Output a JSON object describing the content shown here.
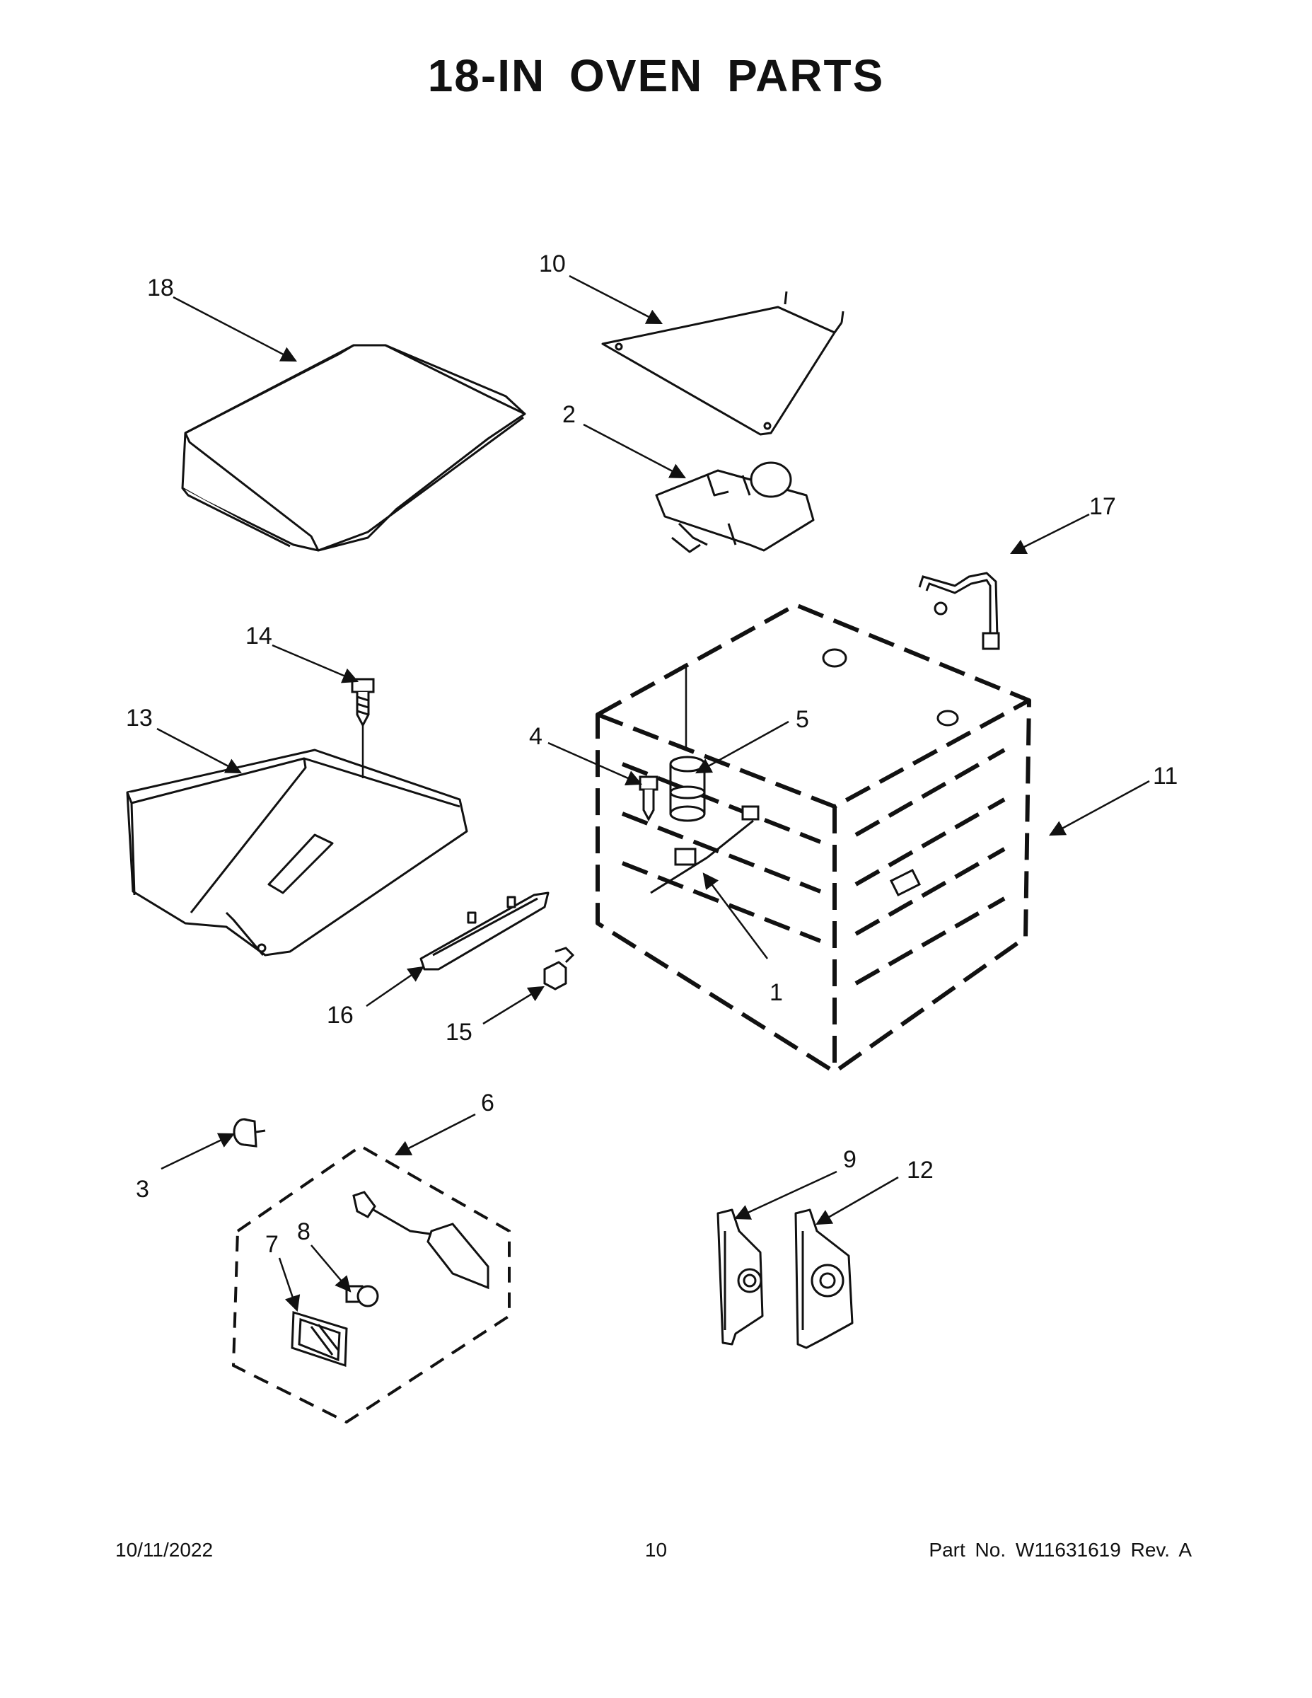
{
  "title": "18-IN OVEN PARTS",
  "footer": {
    "date": "10/11/2022",
    "page": "10",
    "part_no": "Part No.  W11631619  Rev.  A"
  },
  "callouts": [
    {
      "id": "c18",
      "label": "18"
    },
    {
      "id": "c10",
      "label": "10"
    },
    {
      "id": "c2",
      "label": "2"
    },
    {
      "id": "c17",
      "label": "17"
    },
    {
      "id": "c14",
      "label": "14"
    },
    {
      "id": "c13",
      "label": "13"
    },
    {
      "id": "c4",
      "label": "4"
    },
    {
      "id": "c5",
      "label": "5"
    },
    {
      "id": "c11",
      "label": "11"
    },
    {
      "id": "c1",
      "label": "1"
    },
    {
      "id": "c16",
      "label": "16"
    },
    {
      "id": "c15",
      "label": "15"
    },
    {
      "id": "c6",
      "label": "6"
    },
    {
      "id": "c3",
      "label": "3"
    },
    {
      "id": "c8",
      "label": "8"
    },
    {
      "id": "c7",
      "label": "7"
    },
    {
      "id": "c9",
      "label": "9"
    },
    {
      "id": "c12",
      "label": "12"
    }
  ]
}
